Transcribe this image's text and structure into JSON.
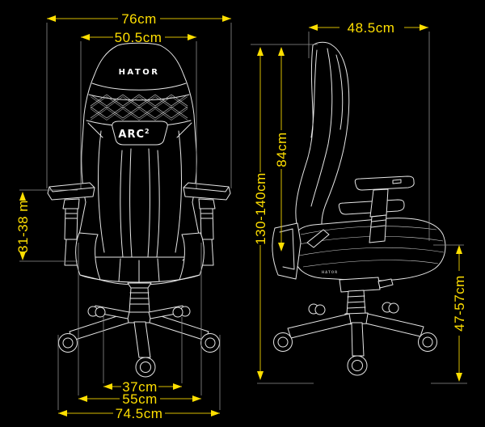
{
  "brand": {
    "front_logo": "HATOR",
    "model": "ARC",
    "model_sup": "2",
    "side_logo": "HATOR"
  },
  "dimensions": {
    "front_overall_width": "76cm",
    "front_backrest_width": "50.5cm",
    "front_armrest_height": "31-38 m",
    "front_seat_inner_width": "37cm",
    "front_seat_width": "55cm",
    "front_base_width": "74.5cm",
    "side_backrest_depth": "48.5cm",
    "side_backrest_height": "84cm",
    "side_total_height": "130-140cm",
    "side_seat_height": "47-57cm"
  },
  "colors": {
    "background": "#000000",
    "dimension_text": "#ffdf00",
    "dimension_line": "#d8bc00",
    "reference_line": "#8f8f8f",
    "line_art": "#e6e6e6"
  }
}
